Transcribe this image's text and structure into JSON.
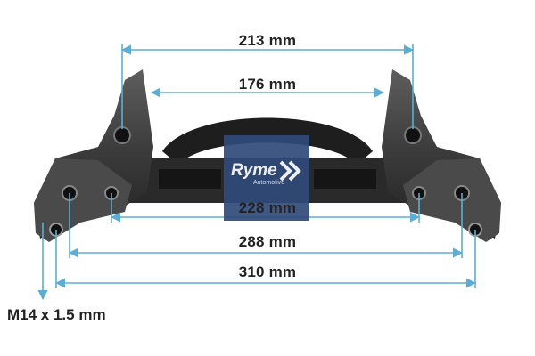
{
  "dimensions": {
    "d213": "213 mm",
    "d176": "176 mm",
    "d228": "228 mm",
    "d288": "288 mm",
    "d310": "310 mm"
  },
  "thread_spec": "M14 x 1.5 mm",
  "logo": {
    "name": "Ryme",
    "subtitle": "Automotive"
  },
  "colors": {
    "dimension_line": "#5aaed6",
    "part_dark": "#2b2b2b",
    "part_light": "#6a6a6a",
    "logo_bg": "#2f4a7a"
  }
}
